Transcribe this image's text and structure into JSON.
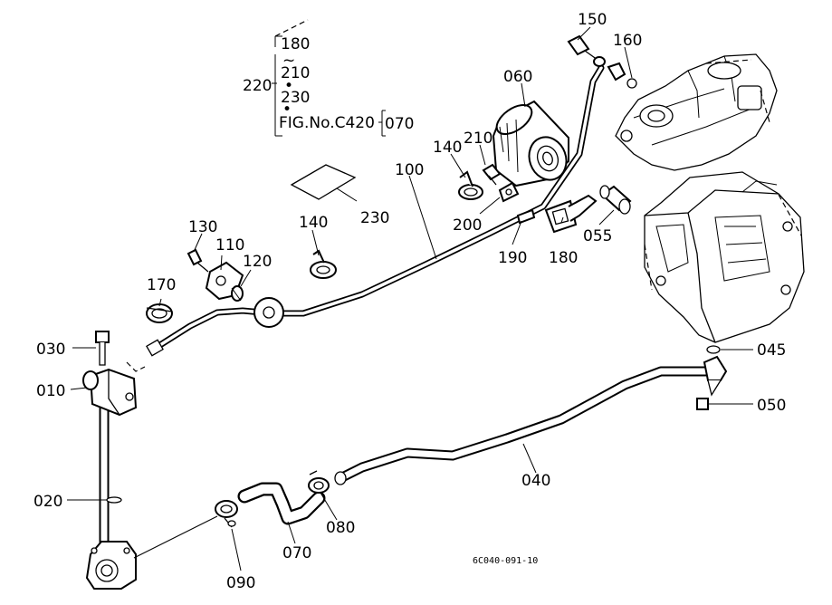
{
  "diagram": {
    "part_labels": [
      {
        "id": "p150",
        "text": "150"
      },
      {
        "id": "p160",
        "text": "160"
      },
      {
        "id": "p060",
        "text": "060"
      },
      {
        "id": "p140a",
        "text": "140"
      },
      {
        "id": "p210",
        "text": "210"
      },
      {
        "id": "p100",
        "text": "100"
      },
      {
        "id": "p230",
        "text": "230"
      },
      {
        "id": "p140b",
        "text": "140"
      },
      {
        "id": "p130",
        "text": "130"
      },
      {
        "id": "p110",
        "text": "110"
      },
      {
        "id": "p120",
        "text": "120"
      },
      {
        "id": "p170",
        "text": "170"
      },
      {
        "id": "p200",
        "text": "200"
      },
      {
        "id": "p190",
        "text": "190"
      },
      {
        "id": "p180",
        "text": "180"
      },
      {
        "id": "p055",
        "text": "055"
      },
      {
        "id": "p045",
        "text": "045"
      },
      {
        "id": "p050",
        "text": "050"
      },
      {
        "id": "p030",
        "text": "030"
      },
      {
        "id": "p010",
        "text": "010"
      },
      {
        "id": "p020",
        "text": "020"
      },
      {
        "id": "p040",
        "text": "040"
      },
      {
        "id": "p080",
        "text": "080"
      },
      {
        "id": "p070",
        "text": "070"
      },
      {
        "id": "p090",
        "text": "090"
      }
    ],
    "kit_note": {
      "group": "220",
      "items": [
        "180",
        "210",
        "230"
      ],
      "figure_ref": "FIG.No.C420",
      "figure_part": "070"
    },
    "footer_code": "6C040-091-10"
  }
}
